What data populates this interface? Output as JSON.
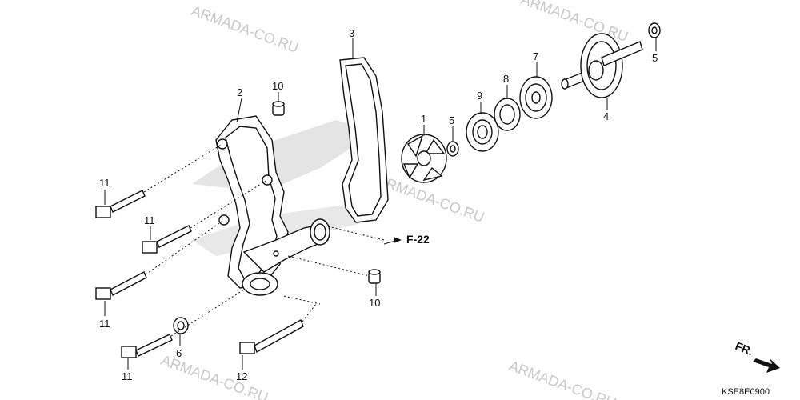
{
  "watermark": "ARMADA-CO.RU",
  "reference": "F-22",
  "direction_label": "FR.",
  "diagram_code": "KSE8E0900",
  "callouts": {
    "c1": "1",
    "c2": "2",
    "c3": "3",
    "c4": "4",
    "c5a": "5",
    "c5b": "5",
    "c6": "6",
    "c7": "7",
    "c8": "8",
    "c9": "9",
    "c10a": "10",
    "c10b": "10",
    "c11a": "11",
    "c11b": "11",
    "c11c": "11",
    "c11d": "11",
    "c12": "12"
  }
}
